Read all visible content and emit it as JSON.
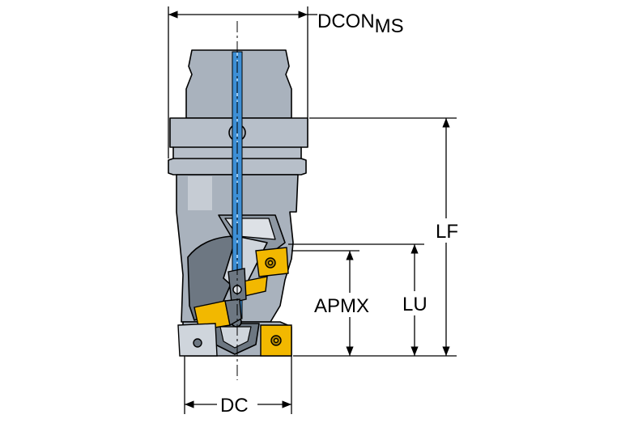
{
  "labels": {
    "dcon_main": "DCON",
    "dcon_sub": "MS",
    "lf": "LF",
    "lu": "LU",
    "apmx": "APMX",
    "dc": "DC"
  },
  "colors": {
    "body": "#a9b2bd",
    "body_dark": "#6d7782",
    "coolant": "#3d8fd6",
    "insert": "#f2b800",
    "insert_dark": "#b08400",
    "line": "#000000"
  }
}
